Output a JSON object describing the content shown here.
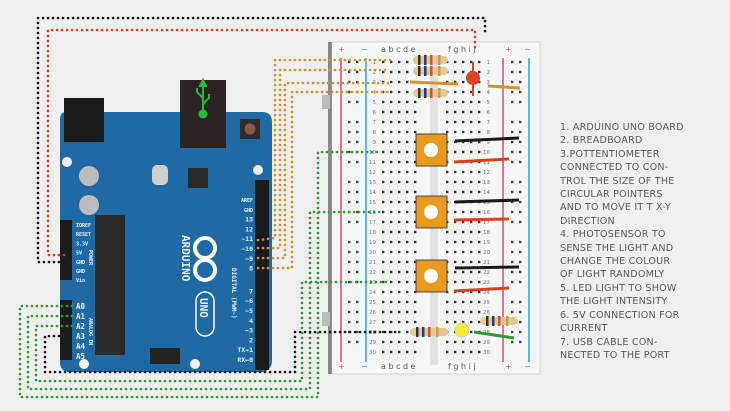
{
  "legend": {
    "lines": [
      "1. ARDUINO UNO BOARD",
      "2. BREADBOARD",
      "3.POTTENTIOMETER",
      "CONNECTED TO CON-",
      "TROL THE SIZE OF THE",
      "CIRCULAR POINTERS",
      "AND TO MOVE IT T X-Y",
      "DIRECTION",
      "4. PHOTOSENSOR TO",
      "SENSE THE LIGHT AND",
      "CHANGE THE COLOUR",
      "OF LIGHT RANDOMLY",
      "5. LED LIGHT TO SHOW",
      "THE LIGHT INTENSITY",
      "6. 5V CONNECTION FOR",
      "CURRENT",
      "7. USB CABLE CON-",
      "NECTED TO THE PORT"
    ]
  },
  "breadboard": {
    "columns_left": "a b c d e",
    "columns_right": "f g h i j",
    "rail_plus": "+",
    "rail_minus": "−",
    "row_count": 30
  },
  "arduino": {
    "name": "ARDUINO",
    "model": "UNO",
    "power_label": "POWER",
    "analog_label": "ANALOG IN",
    "digital_label": "DIGITAL (PWM~)",
    "power_pins": [
      "IOREF",
      "RESET",
      "3.3V",
      "5V",
      "GND",
      "GND",
      "Vin"
    ],
    "analog_pins": [
      "A0",
      "A1",
      "A2",
      "A3",
      "A4",
      "A5"
    ],
    "digital_pins": [
      "AREF",
      "GND",
      "13",
      "12",
      "~11",
      "~10",
      "~9",
      "8",
      "7",
      "~6",
      "~5",
      "4",
      "~3",
      "2",
      "TX→1",
      "RX←0"
    ],
    "usb_icon": "usb-icon"
  },
  "colors": {
    "wire_black": "#1a1a1a",
    "wire_red": "#d8401f",
    "wire_orange": "#d9922a",
    "wire_green": "#2f9a2f",
    "board_blue": "#1f6aa5",
    "pot_orange": "#e79a1c",
    "led_red": "#d9452b",
    "led_yellow": "#f4ee3a"
  }
}
